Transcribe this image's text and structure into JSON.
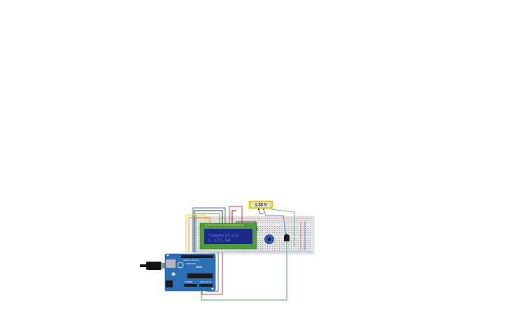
{
  "lcd": {
    "line1": "Temperatura",
    "line2": "C 174.98"
  },
  "multimeter": {
    "reading": "1.35 V"
  },
  "arduino": {
    "board_label": "UNO",
    "brand_label": "ARDUINO",
    "header_digital": "DIGITAL (PWM~)",
    "header_power": "POWER",
    "header_analog": "ANALOG IN"
  },
  "colors": {
    "breadboard": "#e6e6e6",
    "lcd_bezel": "#4f9c3a",
    "lcd_screen": "#1c2a8a",
    "arduino_pcb": "#2a6fb5",
    "wire_red": "#e23b3b",
    "wire_green": "#3fb34f",
    "wire_blue": "#3c6fd8",
    "wire_yellow": "#f2d11b",
    "wire_black": "#333333",
    "wire_orange": "#f08a25"
  }
}
